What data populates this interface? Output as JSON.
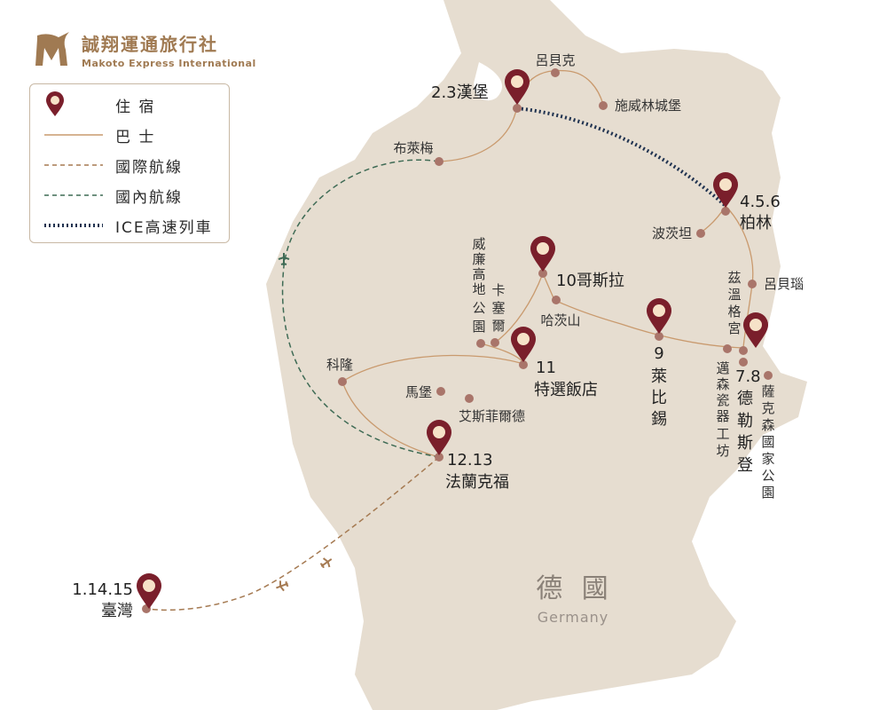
{
  "brand": {
    "logo_letter": "M",
    "name_zh": "誠翔運通旅行社",
    "name_en": "Makoto Express International"
  },
  "legend": {
    "lodging": "住 宿",
    "bus": "巴 士",
    "intl_flight": "國際航線",
    "domestic_flight": "國內航線",
    "ice_train": "ICE高速列車"
  },
  "country": {
    "name_zh": "德 國",
    "name_en": "Germany"
  },
  "stops": {
    "hamburg": "2.3漢堡",
    "berlin_days": "4.5.6",
    "berlin": "柏林",
    "goslar": "10哥斯拉",
    "leipzig_day": "9",
    "leipzig_name": [
      "萊",
      "比",
      "錫"
    ],
    "hotel_day": "11",
    "hotel": "特選飯店",
    "dresden_day": "7.8",
    "dresden_name": [
      "德",
      "勒",
      "斯",
      "登"
    ],
    "frankfurt_day": "12.13",
    "frankfurt": "法蘭克福",
    "taiwan_day": "1.14.15",
    "taiwan": "臺灣"
  },
  "places": {
    "lubeck": "呂貝克",
    "schwerin": "施威林城堡",
    "bremen": "布萊梅",
    "potsdam": "波茨坦",
    "lubbenau": "呂貝瑙",
    "wilhelmshohe": [
      "威",
      "廉",
      "高",
      "地",
      "公",
      "園"
    ],
    "kassel": [
      "卡",
      "塞",
      "爾"
    ],
    "hamelin": "哈茨山",
    "cologne": "科隆",
    "marburg": "馬堡",
    "eisfeld": "艾斯菲爾德",
    "zwinger": [
      "茲",
      "溫",
      "格",
      "宮"
    ],
    "meissen": [
      "邁",
      "森",
      "瓷",
      "器",
      "工",
      "坊"
    ],
    "saxon_park": [
      "薩",
      "克",
      "森",
      "國",
      "家",
      "公",
      "園"
    ]
  },
  "colors": {
    "land": "#e6ddd0",
    "pin": "#7a1f2b",
    "dot": "#a9756a",
    "bus": "#c99a6e",
    "intl_flight": "#a57a52",
    "domestic_flight": "#3f6b55",
    "ice": "#1f3250",
    "brand": "#a07a52"
  },
  "icons": {
    "pin": "map-pin-icon",
    "plane": "airplane-icon",
    "logo": "logo-m-icon"
  }
}
